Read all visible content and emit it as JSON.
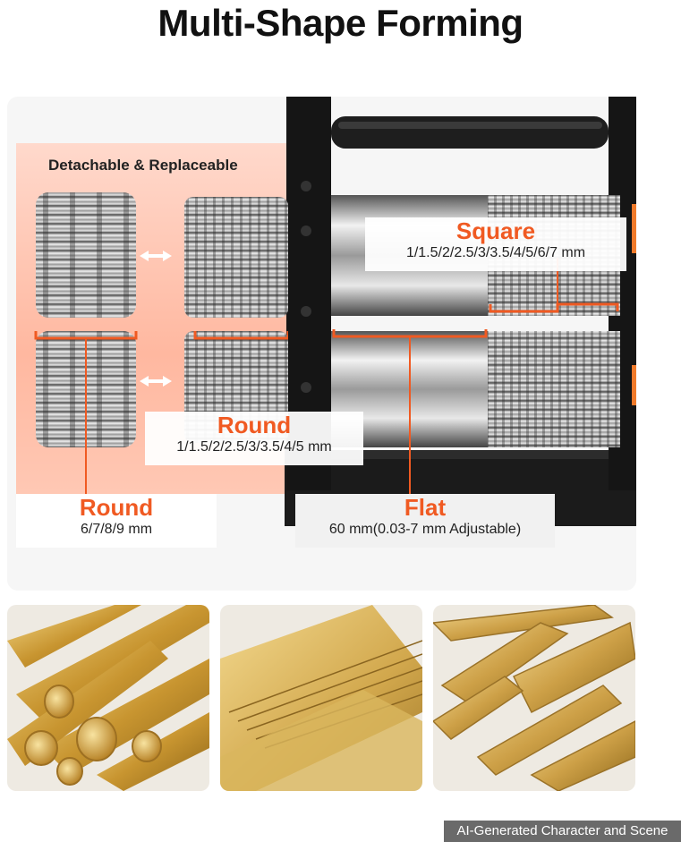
{
  "title": "Multi-Shape Forming",
  "detachable_label": "Detachable & Replaceable",
  "callouts": {
    "square": {
      "name": "Square",
      "sizes": "1/1.5/2/2.5/3/3.5/4/5/6/7 mm"
    },
    "round_main": {
      "name": "Round",
      "sizes": "1/1.5/2/2.5/3/3.5/4/5 mm"
    },
    "round_side": {
      "name": "Round",
      "sizes": "6/7/8/9 mm"
    },
    "flat": {
      "name": "Flat",
      "sizes": "60 mm(0.03-7 mm Adjustable)"
    }
  },
  "photos": [
    {
      "icon": "brass-round-rods"
    },
    {
      "icon": "brass-flat-sheets"
    },
    {
      "icon": "brass-square-bars"
    }
  ],
  "footer": "AI-Generated Character and Scene",
  "colors": {
    "accent": "#f05a22",
    "brass": "#d4a94a"
  }
}
